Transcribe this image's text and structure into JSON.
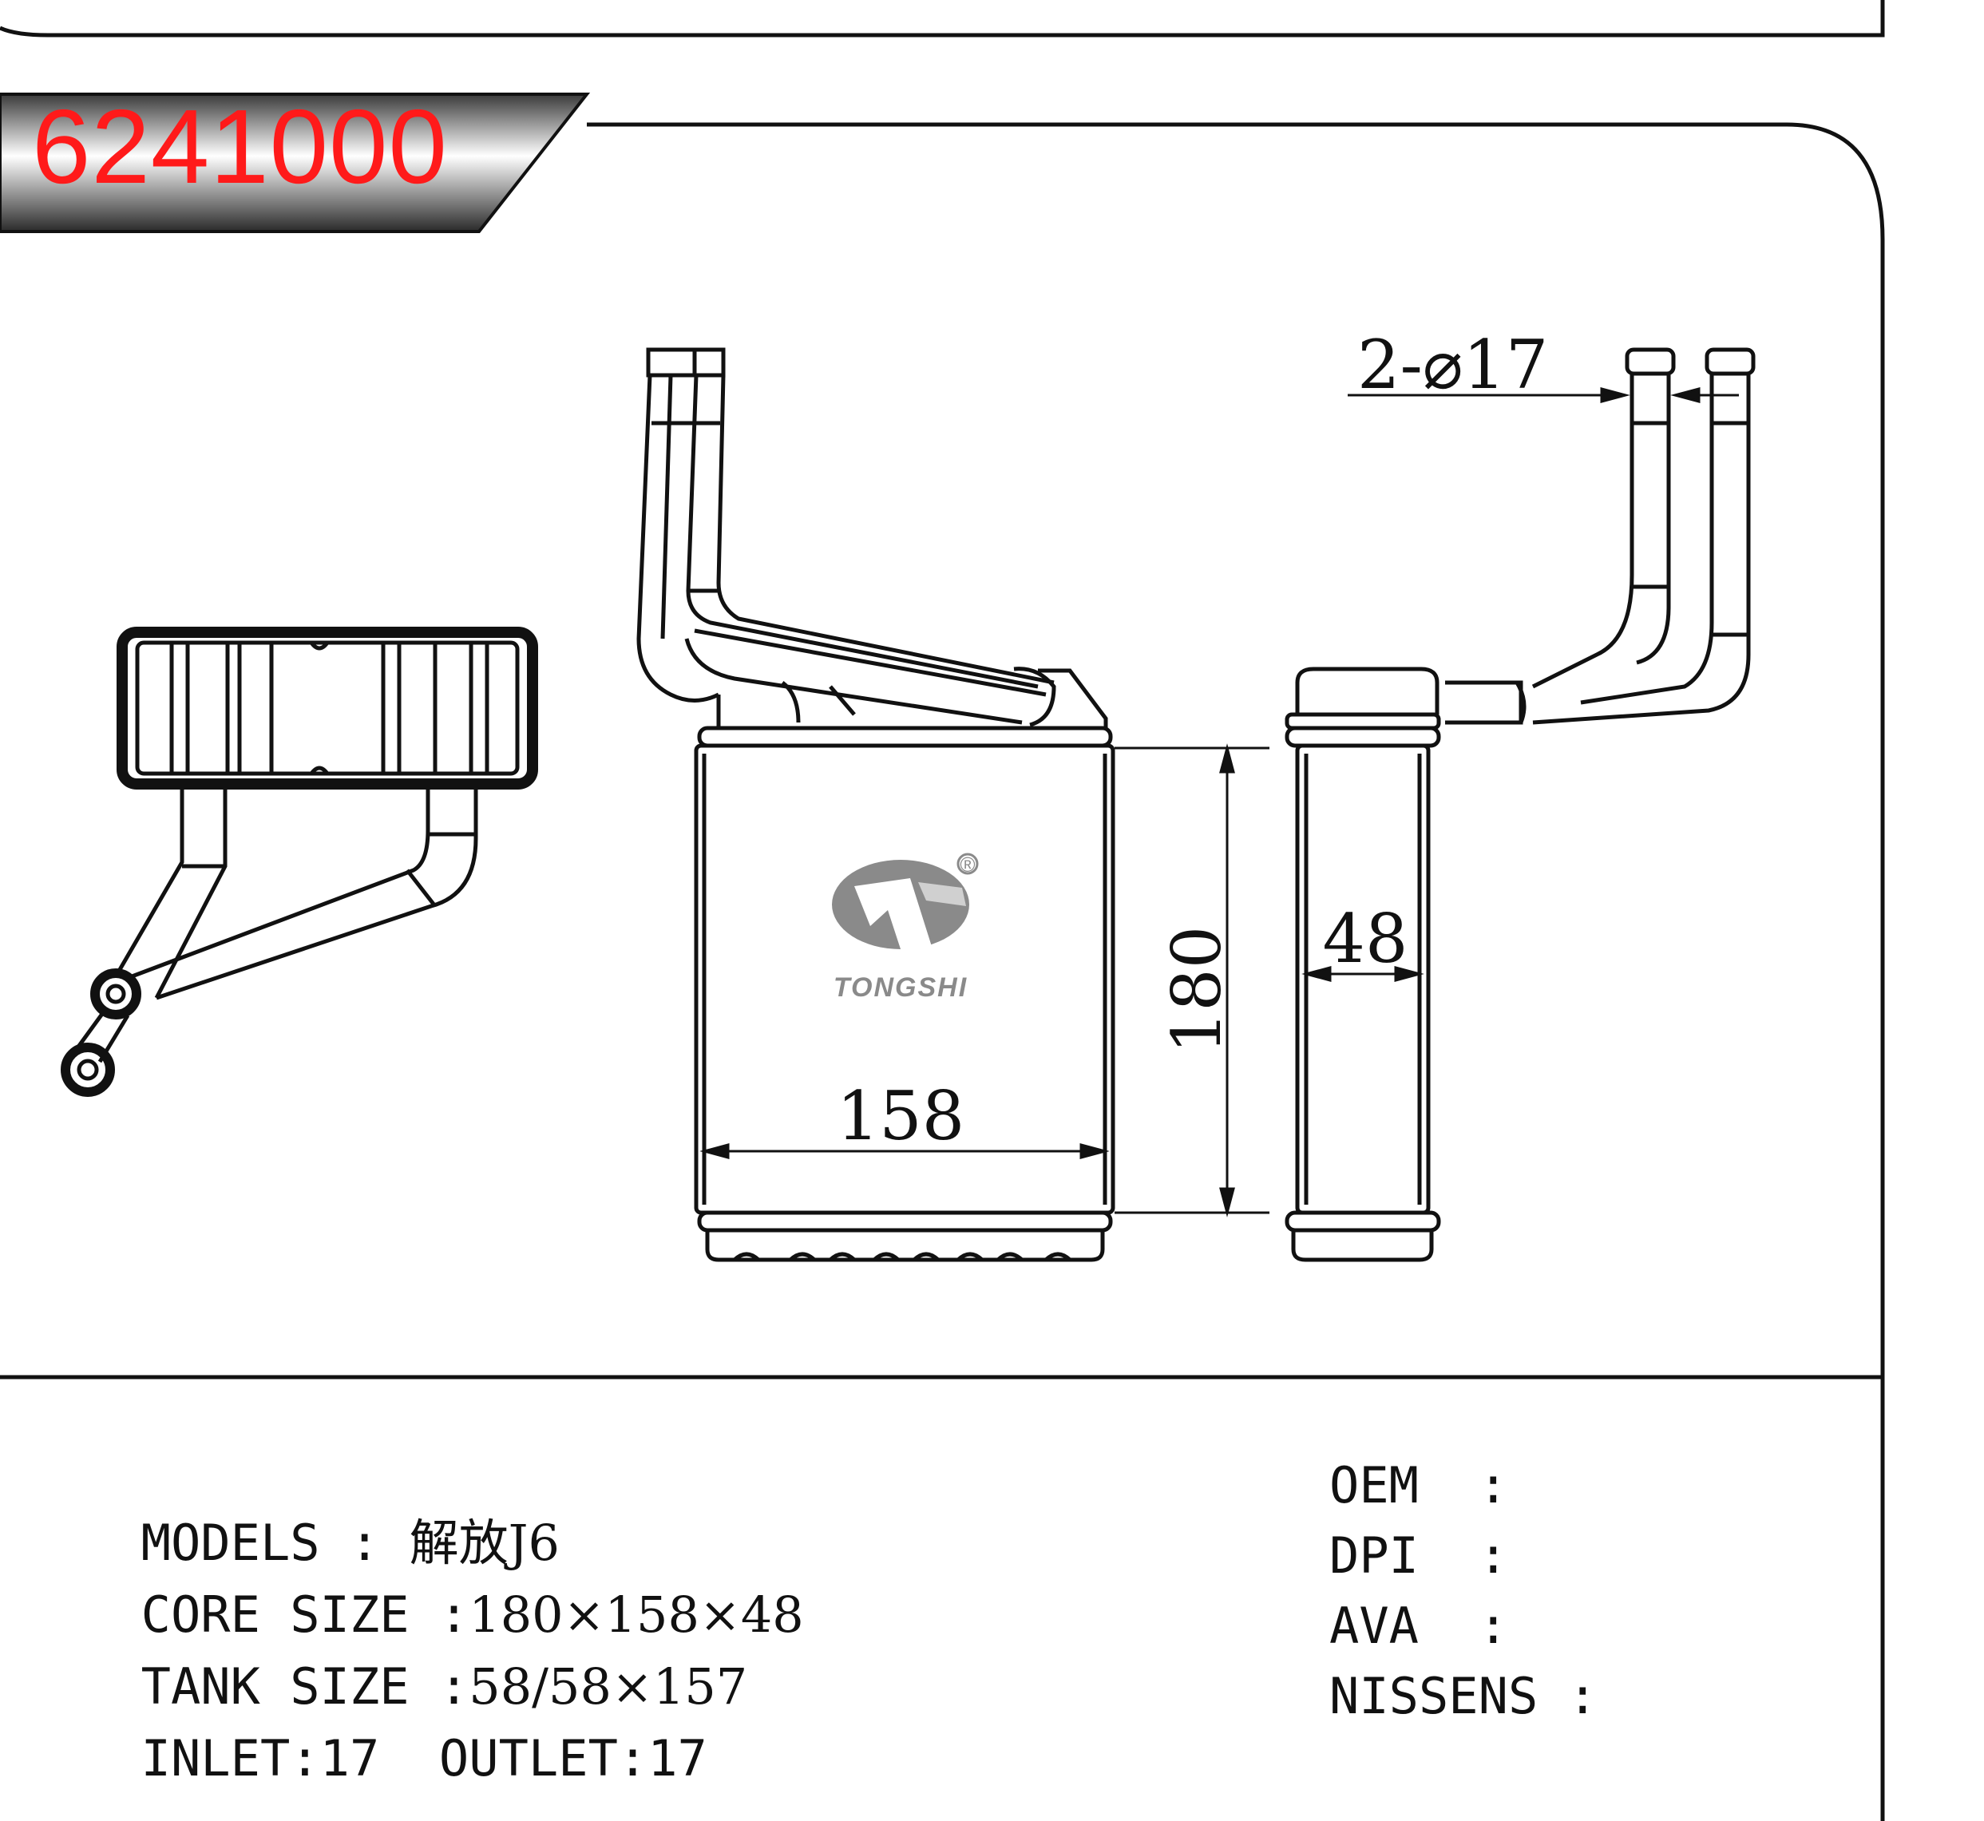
{
  "part_number": "6241000",
  "brand": {
    "logo_text": "TONGSHI",
    "registered": "®"
  },
  "dimensions": {
    "width": "158",
    "height": "180",
    "depth": "48",
    "tube_callout": "2-⌀17"
  },
  "specs_left": [
    {
      "label": "MODELS : ",
      "value": "解放J6"
    },
    {
      "label": "CORE SIZE :",
      "value": "180×158×48"
    },
    {
      "label": "TANK SIZE :",
      "value": "58/58×157"
    },
    {
      "label": "INLET:",
      "value": "17",
      "label2": "  OUTLET:",
      "value2": "17"
    }
  ],
  "specs_right": [
    {
      "label": "OEM  :"
    },
    {
      "label": "DPI  :"
    },
    {
      "label": "AVA  :"
    },
    {
      "label": "NISSENS :"
    }
  ],
  "colors": {
    "part_number": "#ff1a1a",
    "line": "#111111",
    "logo": "#8a8a8a"
  }
}
